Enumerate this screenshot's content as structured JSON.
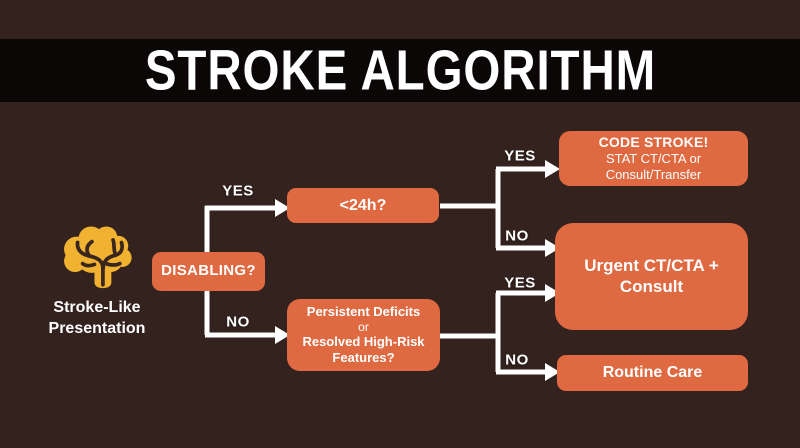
{
  "title": "STROKE ALGORITHM",
  "colors": {
    "background": "#33221E",
    "banner": "#0B0707",
    "node_fill": "#DF6941",
    "brain_gold": "#F1B232",
    "brain_branches": "#38261F",
    "connector": "#FFFFFF",
    "text": "#FFFFFF"
  },
  "start": {
    "icon": "brain-icon",
    "label_line1": "Stroke-Like",
    "label_line2": "Presentation"
  },
  "nodes": {
    "disabling": {
      "label": "DISABLING?"
    },
    "under24h": {
      "label": "<24h?"
    },
    "persistent": {
      "line1": "Persistent Deficits",
      "line2": "or",
      "line3": "Resolved High-Risk",
      "line4": "Features?"
    },
    "code_stroke": {
      "line1": "CODE STROKE!",
      "line2": "STAT CT/CTA or",
      "line3": "Consult/Transfer"
    },
    "urgent": {
      "label": "Urgent CT/CTA + Consult"
    },
    "routine": {
      "label": "Routine Care"
    }
  },
  "branch_labels": {
    "disabling_yes": "YES",
    "disabling_no": "NO",
    "under24h_yes": "YES",
    "under24h_no": "NO",
    "persistent_yes": "YES",
    "persistent_no": "NO"
  }
}
